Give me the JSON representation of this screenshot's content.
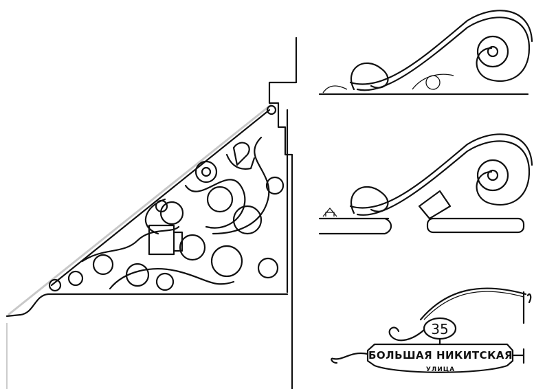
{
  "illustration": {
    "sign": {
      "house_number": "35",
      "street_name": "БОЛЬШАЯ НИКИТСКАЯ",
      "street_type": "УЛИЦА"
    },
    "colors": {
      "ink": "#111111",
      "guide_line": "#c8c8c8",
      "background": "#ffffff"
    }
  }
}
